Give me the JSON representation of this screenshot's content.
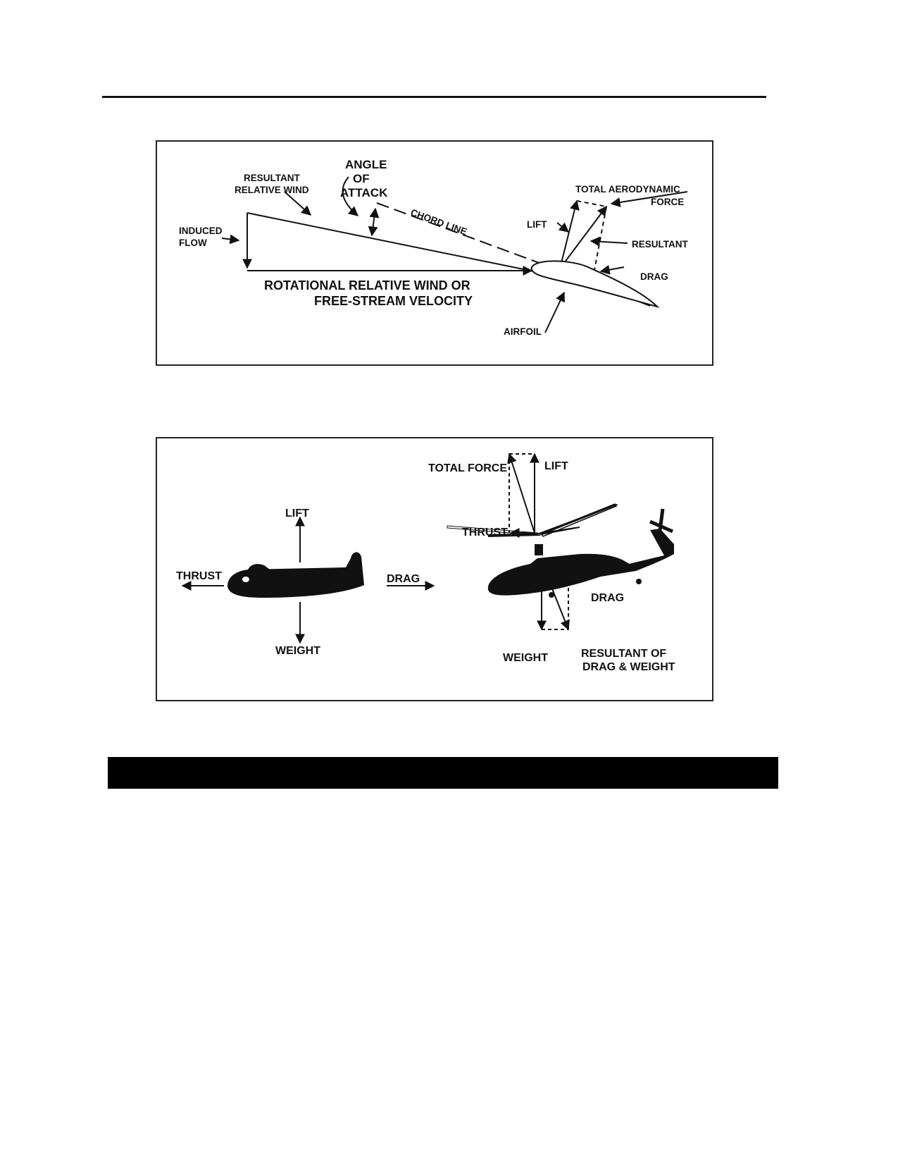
{
  "figure1": {
    "labels": {
      "angle_of_attack_1": "ANGLE",
      "angle_of_attack_2": "OF",
      "angle_of_attack_3": "ATTACK",
      "resultant_relative_wind_1": "RESULTANT",
      "resultant_relative_wind_2": "RELATIVE WIND",
      "induced_flow_1": "INDUCED",
      "induced_flow_2": "FLOW",
      "chord_line": "CHORD LINE",
      "rotational_1": "ROTATIONAL RELATIVE WIND OR",
      "rotational_2": "FREE-STREAM VELOCITY",
      "total_aero_1": "TOTAL AERODYNAMIC",
      "total_aero_2": "FORCE",
      "lift": "LIFT",
      "resultant": "RESULTANT",
      "drag": "DRAG",
      "airfoil": "AIRFOIL"
    }
  },
  "figure2": {
    "labels": {
      "plane_lift": "LIFT",
      "plane_thrust": "THRUST",
      "plane_drag": "DRAG",
      "plane_weight": "WEIGHT",
      "heli_total_force": "TOTAL FORCE",
      "heli_lift": "LIFT",
      "heli_thrust": "THRUST",
      "heli_drag": "DRAG",
      "heli_weight": "WEIGHT",
      "heli_resultant_1": "RESULTANT OF",
      "heli_resultant_2": "DRAG & WEIGHT"
    }
  }
}
